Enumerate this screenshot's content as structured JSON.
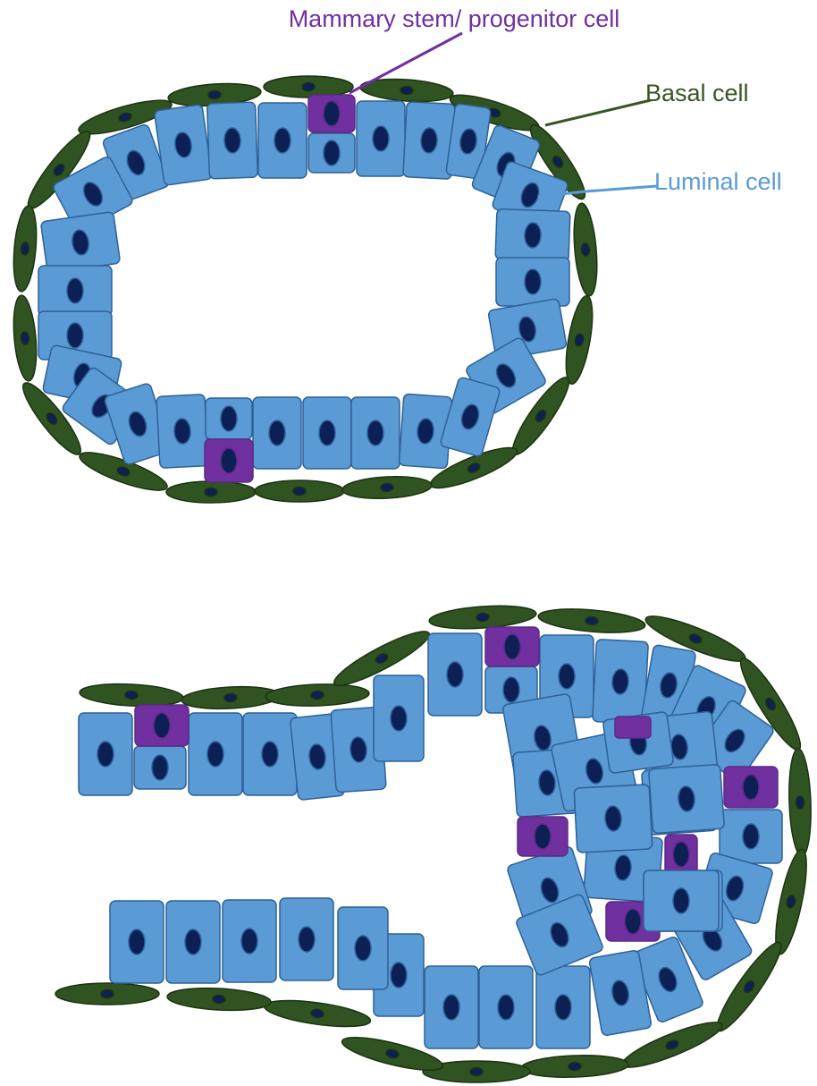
{
  "labels": {
    "stem": "Mammary stem/ progenitor cell",
    "basal": "Basal cell",
    "luminal": "Luminal cell"
  },
  "colors": {
    "luminal_fill": "#5a9bd5",
    "basal_fill": "#2f5321",
    "stem_fill": "#7030a0",
    "nucleus": "#0c2056",
    "stem_label": "#7030a0",
    "basal_label": "#375623",
    "luminal_label": "#5a9bd5"
  }
}
